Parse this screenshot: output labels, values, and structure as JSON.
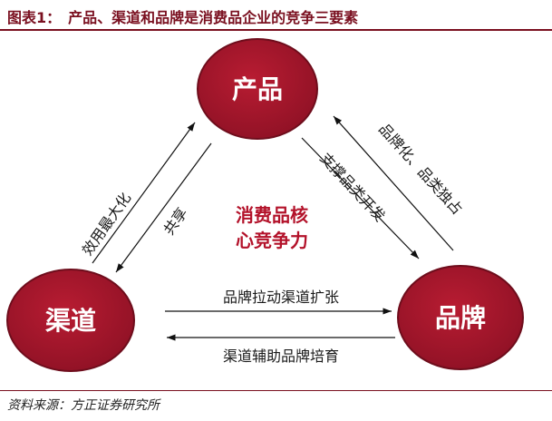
{
  "title": "图表1：　产品、渠道和品牌是消费品企业的竞争三要素",
  "source": "资料来源：方正证券研究所",
  "nodes": {
    "product": "产品",
    "channel": "渠道",
    "brand": "品牌"
  },
  "core": {
    "line1": "消费品核",
    "line2": "心竞争力"
  },
  "edges": {
    "channel_to_product": "效用最大化",
    "product_to_channel": "共享",
    "product_to_brand": "支撑品类开发",
    "brand_to_product": "品牌化、品类独占",
    "brand_expands_channel": "品牌拉动渠道扩张",
    "channel_nurtures_brand": "渠道辅助品牌培育"
  },
  "colors": {
    "node_fill": "#a2152b",
    "node_stroke": "#6e0d1c",
    "accent_text": "#b3122a",
    "rule": "#7a1020"
  }
}
